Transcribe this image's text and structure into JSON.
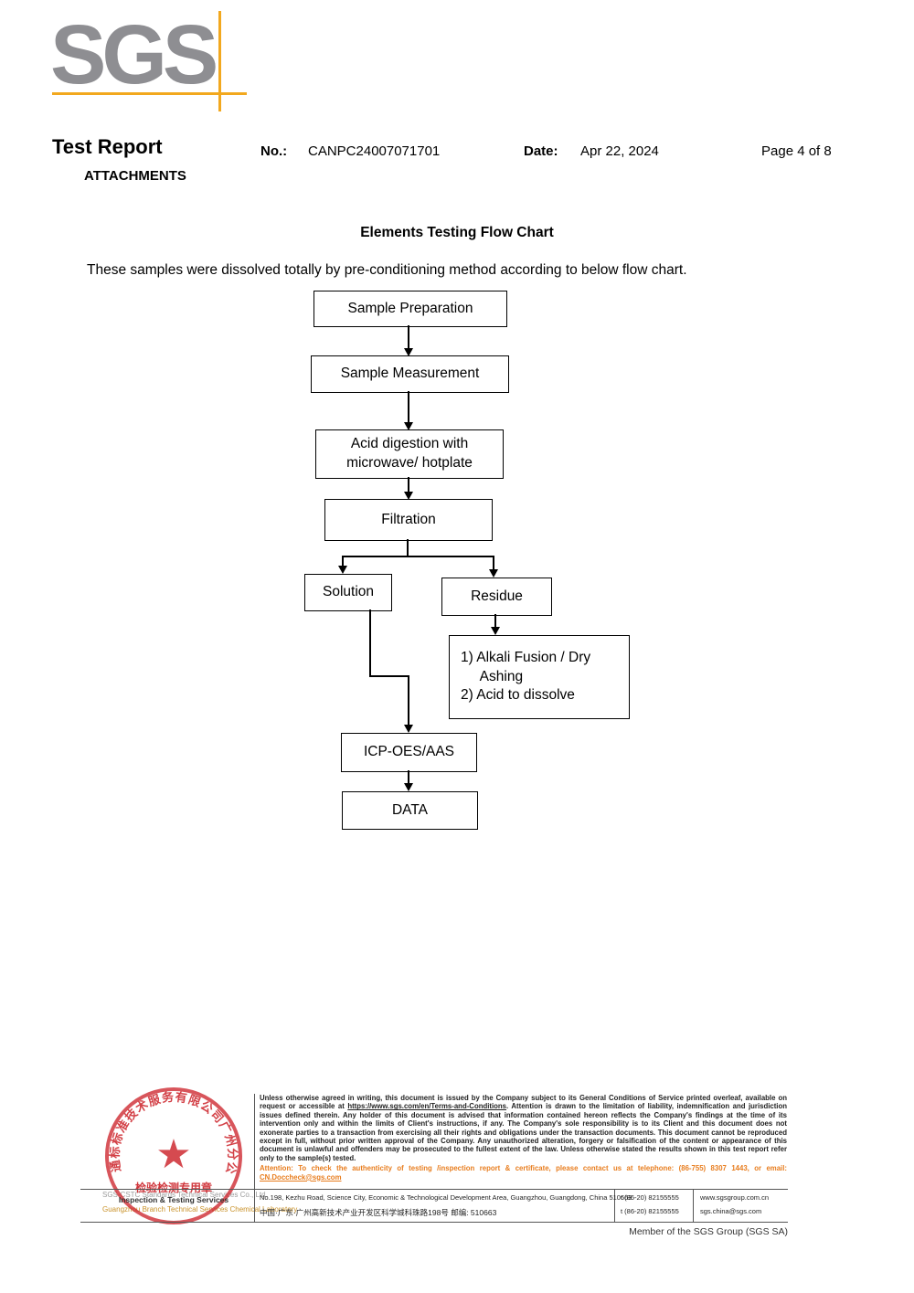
{
  "header": {
    "logo": "SGS",
    "title": "Test Report",
    "attachments": "ATTACHMENTS",
    "no_label": "No.:",
    "no_value": "CANPC24007071701",
    "date_label": "Date:",
    "date_value": "Apr 22, 2024",
    "page": "Page 4 of 8"
  },
  "body": {
    "chart_title": "Elements Testing Flow Chart",
    "intro": "These samples were dissolved totally by pre-conditioning method according to below flow chart."
  },
  "flowchart": {
    "sample_preparation": "Sample Preparation",
    "sample_measurement": "Sample Measurement",
    "acid_digestion": "Acid digestion with\nmicrowave/ hotplate",
    "filtration": "Filtration",
    "solution": "Solution",
    "residue": "Residue",
    "alkali": "1) Alkali Fusion / Dry\n     Ashing\n2) Acid to dissolve",
    "icp": "ICP-OES/AAS",
    "data": "DATA"
  },
  "stamp": {
    "ring_text": "通标标准技术服务有限公司广州分公司",
    "center_text": "检验检测专用章",
    "sub_text": "Inspection & Testing Services",
    "star": "★",
    "company_line1": "SGS-CSTC Standards Technical Services Co., Ltd.",
    "company_line2": "Guangzhou Branch Technical Services Chemical Laboratory"
  },
  "footer": {
    "legal_p1": "Unless otherwise agreed in writing, this document is issued by the Company subject to its General Conditions of Service printed overleaf, available on request or accessible at ",
    "legal_link": "https://www.sgs.com/en/Terms-and-Conditions",
    "legal_p2": ". Attention is drawn to the limitation of liability, indemnification and jurisdiction issues defined therein. Any holder of this document is advised that information contained hereon reflects the Company's findings at the time of its intervention only and within the limits of Client's instructions, if any. The Company's sole responsibility is to its Client and this document does not exonerate parties to a transaction from exercising all their rights and obligations under the transaction documents. This document cannot be reproduced except in full, without prior written approval of the Company. Any unauthorized alteration, forgery or falsification of the content or appearance of this document is unlawful and offenders may be prosecuted to the fullest extent of the law. Unless otherwise stated the results shown in this test report refer only to the sample(s) tested.",
    "attention_p1": "Attention: To check the authenticity of testing /inspection report & certificate, please contact us at telephone: (86-755) 8307 1443, or email: ",
    "attention_email": "CN.Doccheck@sgs.com",
    "address_en": "No.198, Kezhu Road, Science City, Economic & Technological Development Area, Guangzhou, Guangdong, China 510663",
    "address_cn": "中国·广东·广州高新技术产业开发区科学城科珠路198号    邮编: 510663",
    "tel_row1": "t (86-20) 82155555",
    "tel_row2": "t (86-20) 82155555",
    "web": "www.sgsgroup.com.cn",
    "email": "sgs.china@sgs.com",
    "member": "Member of the SGS Group (SGS SA)"
  },
  "colors": {
    "accent_orange": "#f2a81e",
    "attention_orange": "#e87d1e",
    "stamp_red": "#cc2229",
    "logo_gray": "#8e8e92"
  }
}
